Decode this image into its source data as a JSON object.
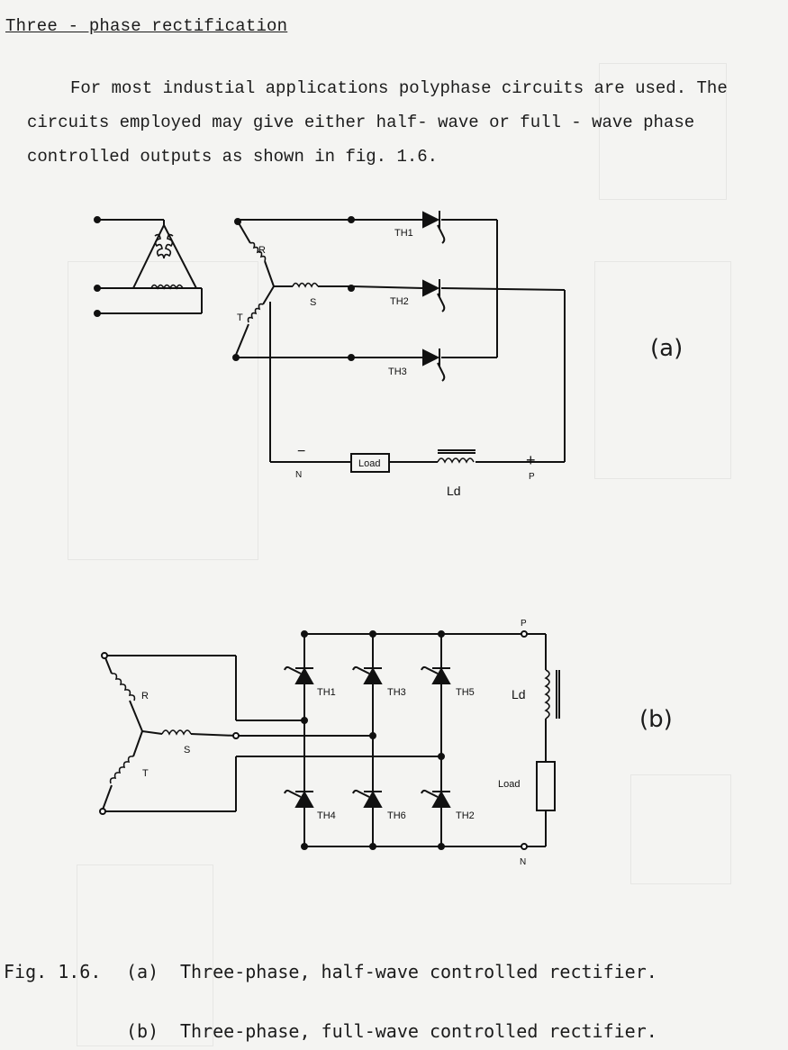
{
  "heading": "Three - phase rectification",
  "paragraph": {
    "line1": "For most industial  applications polyphase circuits are used. The",
    "line2": "circuits employed may give either half- wave or full - wave phase",
    "line3": "controlled outputs as shown in fig.  1.6."
  },
  "diagram_a": {
    "phase_labels": {
      "r": "R",
      "s": "S",
      "t": "T"
    },
    "thyristors": [
      "TH1",
      "TH2",
      "TH3"
    ],
    "load_label": "Load",
    "inductor_label": "Ld",
    "negative_sign": "−",
    "positive_sign": "+",
    "terminal_n": "N",
    "terminal_p": "P",
    "fig_label": "(a)"
  },
  "diagram_b": {
    "phase_labels": {
      "r": "R",
      "s": "S",
      "t": "T"
    },
    "thyristors": [
      "TH1",
      "TH3",
      "TH5",
      "TH4",
      "TH6",
      "TH2"
    ],
    "load_label": "Load",
    "inductor_label": "Ld",
    "terminal_p": "P",
    "terminal_n": "N",
    "fig_label": "(b)"
  },
  "caption": {
    "fig_number": "Fig. 1.6.",
    "a_tag": "(a)",
    "a_text": "Three-phase, half-wave controlled rectifier.",
    "b_tag": "(b)",
    "b_text": "Three-phase, full-wave controlled rectifier."
  }
}
